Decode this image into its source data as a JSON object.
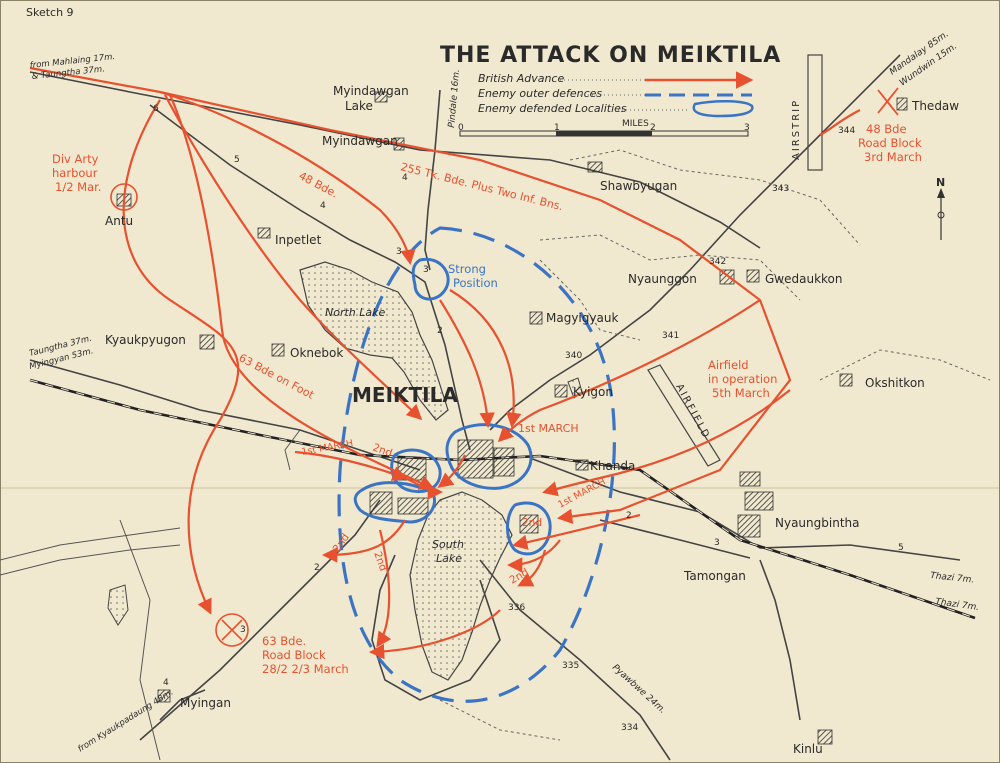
{
  "sketch_label": "Sketch 9",
  "title": "THE ATTACK ON MEIKTILA",
  "legend": {
    "british_advance": "British Advance",
    "outer_defences": "Enemy outer defences",
    "defended_localities": "Enemy defended Localities",
    "miles_label": "MILES",
    "scale_ticks": [
      "0",
      "1",
      "2",
      "3"
    ]
  },
  "colors": {
    "background": "#f1e9cf",
    "advance": "#e8512f",
    "defences": "#3b74c4",
    "ink": "#2a2a2a"
  },
  "icons": [
    "north-arrow-icon",
    "road-block-icon",
    "village-icon"
  ],
  "places": {
    "meiktila": "MEIKTILA",
    "myindawgan_lake_1": "Myindawgan",
    "myindawgan_lake_2": "Lake",
    "myindawgan": "Myindawgan",
    "antu": "Antu",
    "inpetlet": "Inpetlet",
    "shawbyugan": "Shawbyugan",
    "thedaw": "Thedaw",
    "nyaunggon": "Nyaunggon",
    "gwedaukkon": "Gwedaukkon",
    "magyigyauk": "Magyigyauk",
    "kyaukpyugon": "Kyaukpyugon",
    "oknebok": "Oknebok",
    "kyigon": "Kyigon",
    "okshitkon": "Okshitkon",
    "khanda": "Khanda",
    "nyaungbintha": "Nyaungbintha",
    "tamongan": "Tamongan",
    "myingan": "Myingan",
    "kinlu": "Kinlu",
    "north_lake": "North Lake",
    "south_lake_1": "South",
    "south_lake_2": "Lake",
    "airstrip": "AIRSTRIP",
    "airfield": "AIRFIELD"
  },
  "roads": {
    "from_mahlaing_1": "from Mahlaing 17m.",
    "from_mahlaing_2": "& Taungtha 37m.",
    "pindale": "Pindale 16m.",
    "mandalay": "Mandalay 85m.",
    "wundwin": "Wundwin 15m.",
    "taungtha": "Taungtha 37m.",
    "myingyan": "Myingyan 53m.",
    "thazi_road": "Thazi 7m.",
    "thazi_rail": "Thazi 7m.",
    "kyaukpadaung": "from Kyaukpadaung 48m.",
    "pyawbwe": "Pyawbwe 24m."
  },
  "milestones": {
    "m6": "6",
    "m5": "5",
    "m4a": "4",
    "m4b": "4",
    "m3a": "3",
    "m3b": "3",
    "m2a": "2",
    "m344": "344",
    "m343": "343",
    "m342": "342",
    "m341": "341",
    "m340": "340",
    "m2b": "2",
    "m3c": "3",
    "m5b": "5",
    "m2c": "2",
    "m3d": "3",
    "m4c": "4",
    "m336": "336",
    "m335": "335",
    "m334": "334"
  },
  "annotations": {
    "div_arty_1": "Div Arty",
    "div_arty_2": "harbour",
    "div_arty_3": "1/2 Mar.",
    "bde48": "48 Bde.",
    "bde255": "255 Tk. Bde. Plus Two Inf. Bns.",
    "rb48_1": "48 Bde",
    "rb48_2": "Road Block",
    "rb48_3": "3rd March",
    "strong_1": "Strong",
    "strong_2": "Position",
    "airfield_1": "Airfield",
    "airfield_2": "in operation",
    "airfield_3": "5th March",
    "bde63_foot": "63 Bde on Foot",
    "first_march_w": "1st MARCH",
    "first_march_n": "1st MARCH",
    "first_march_e": "1st MARCH",
    "second_a": "2nd",
    "second_b": "2nd",
    "second_c": "2nd",
    "second_d": "2nd",
    "second_e": "2nd",
    "rb63_1": "63 Bde.",
    "rb63_2": "Road Block",
    "rb63_3": "28/2  2/3 March"
  }
}
